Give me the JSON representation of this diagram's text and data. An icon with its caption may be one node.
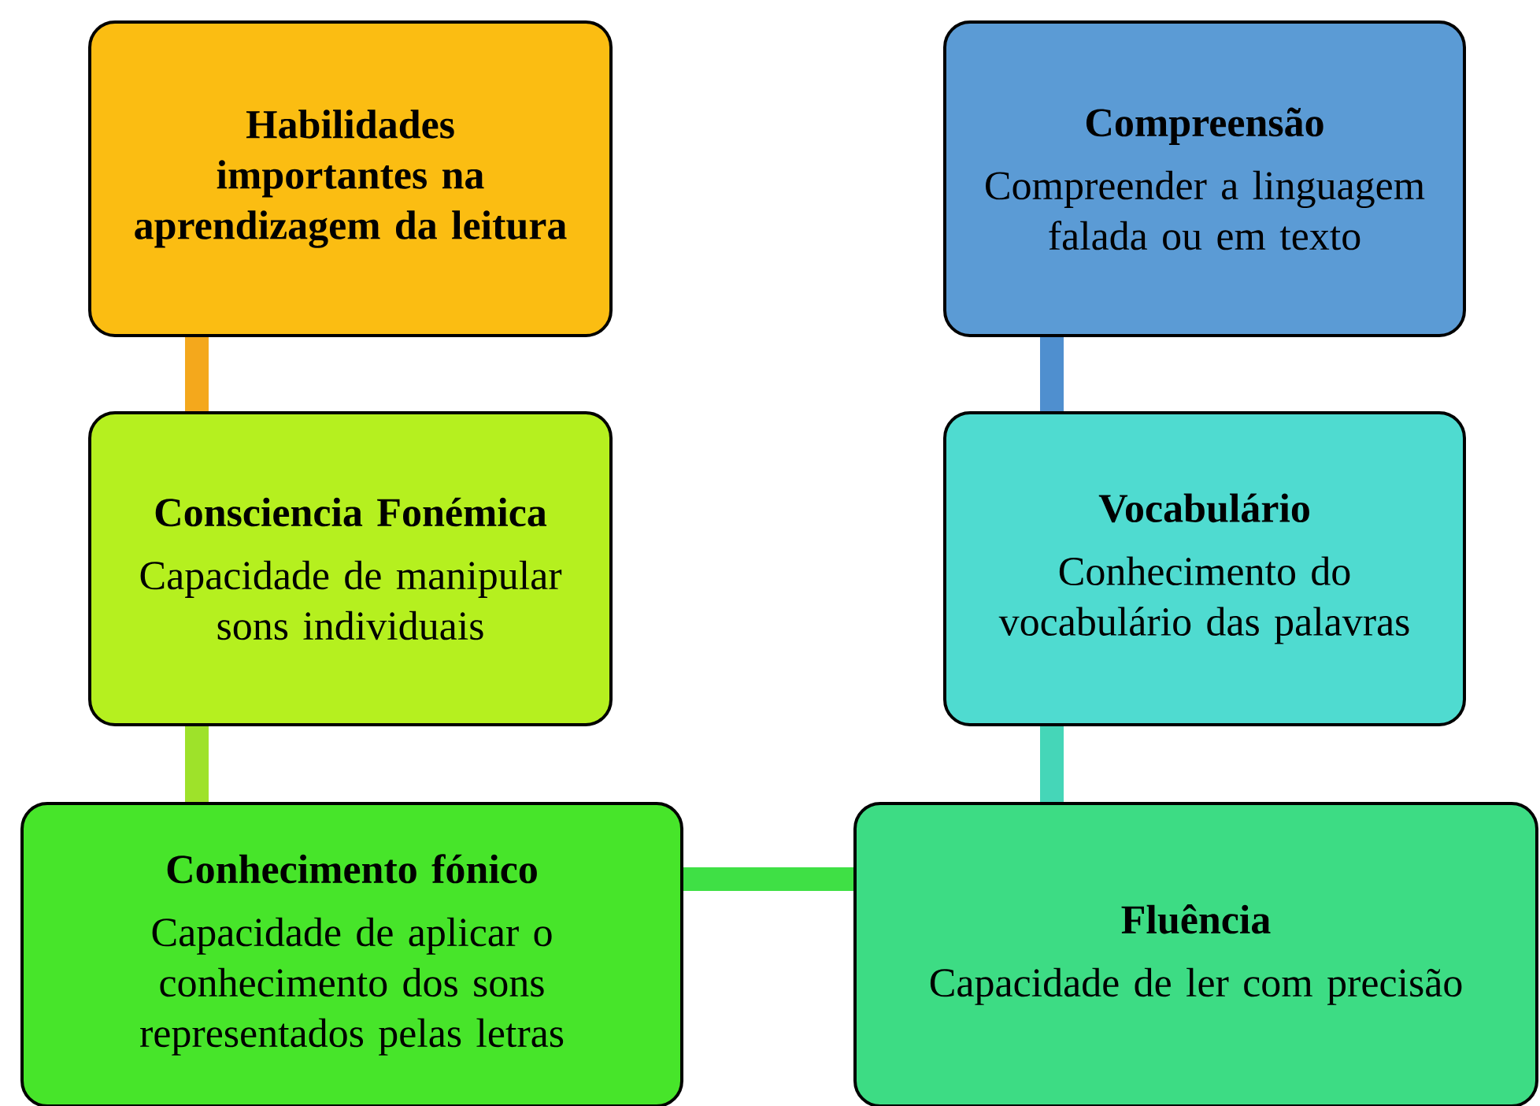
{
  "diagram": {
    "nodes": [
      {
        "text": [
          "Habilidades importantes na aprendizagem da leitura"
        ]
      },
      {
        "text": [
          "Consciencia Fonémica",
          "Capacidade de manipular sons individuais"
        ]
      },
      {
        "text": [
          "Conhecimento fónico",
          "Capacidade de aplicar o conhecimento dos sons representados pelas letras"
        ]
      },
      {
        "text": [
          "Fluência",
          "Capacidade de ler com precisão"
        ]
      },
      {
        "text": [
          "Vocabulário",
          "Conhecimento do vocabulário das palavras"
        ]
      },
      {
        "text": [
          "Compreensão",
          "Compreender a linguagem falada ou em texto"
        ]
      }
    ],
    "edges": [
      {
        "from": 0,
        "to": 1,
        "arrow": "none",
        "color": "#f4a81c"
      },
      {
        "from": 1,
        "to": 2,
        "arrow": "none",
        "color": "#9ee22a"
      },
      {
        "from": 2,
        "to": 3,
        "arrow": "none",
        "color": "#3fe045"
      },
      {
        "from": 3,
        "to": 4,
        "arrow": "none",
        "color": "#45d6b8"
      },
      {
        "from": 4,
        "to": 5,
        "arrow": "none",
        "color": "#4f8fcf"
      }
    ]
  }
}
